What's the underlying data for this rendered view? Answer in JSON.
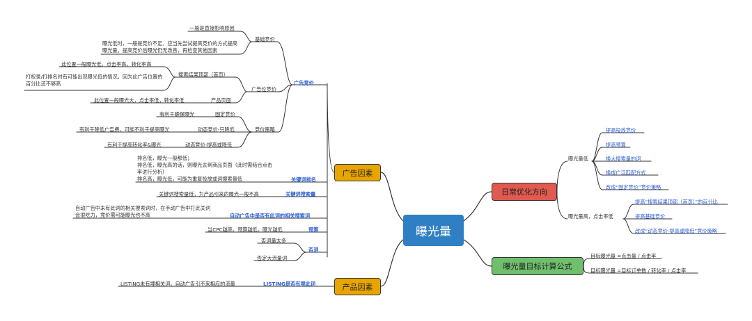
{
  "root": "曝光量",
  "ad_factor": {
    "label": "广告因素",
    "ad_bid": {
      "label": "广告竞价",
      "basic_bid": {
        "label": "基础竞价",
        "notes": [
          "一般是直接影响原因",
          "曝光低时，一般是竞价不足，应当先尝试提高竞价的方式提高曝光量。提高竞价后曝光仍无改善，再检查其他因素"
        ]
      },
      "placement_bid": {
        "label": "广告位竞价",
        "search_top": {
          "label": "搜索结果顶部（首页）",
          "notes": [
            "此位置一般曝光低，点击率高，转化率高",
            "打权录/打排名时有可能出现曝光低的情况，因为此广告位置的百分比还不够高"
          ]
        },
        "product_page": {
          "label": "产品页面",
          "note": "此位置一般曝光大，点击率低，转化率低"
        }
      },
      "bid_strategy": {
        "label": "竞价策略",
        "items": [
          {
            "label": "固定竞价",
            "note": "有利于确保曝光"
          },
          {
            "label": "动态竞价-只降低",
            "note": "有利于降低广告费，可能不利于提高曝光"
          },
          {
            "label": "动态竞价-提高或降低",
            "note": "有利于提高转化率&曝光"
          }
        ]
      }
    },
    "keyword_rank": {
      "label": "关键词排名",
      "note": "排名低，曝光一般都低；\n排名低，曝光高的话，则曝光去到商品页面（此时需结合点击率进行分析）\n排名高，曝光低，可能为重复投放或词搜索量低"
    },
    "keyword_volume": {
      "label": "关键词搜索量",
      "note": "关键词搜索量低，为产品引来的曝光一般不高"
    },
    "auto_ad": {
      "label": "自动广告中是否有此词的相关搜索词",
      "note": "自动广告中未有此词的相关搜索词时，在手动广告中打此关词会很吃力，竞价需可能曝光也不高"
    },
    "budget": {
      "label": "预算",
      "note": "当CPC越高，预算越低，曝光越低"
    },
    "negative": {
      "label": "否词",
      "items": [
        "否词量太多",
        "否定大流量词"
      ]
    }
  },
  "product_factor": {
    "label": "产品因素",
    "listing": {
      "label": "LISTING是否有埋此词",
      "note": "LISTING未有埋相关词，自动广告引不来相应的流量"
    }
  },
  "daily": {
    "label": "日常优化方向",
    "low_exposure": {
      "label": "曝光量低",
      "items": [
        "提高投放竞价",
        "提高预算",
        "换大搜索量的词",
        "换成广泛匹配方式",
        "改成“固定竞价”竞价策略"
      ]
    },
    "high_exposure": {
      "label": "曝光量高，点击率低",
      "items": [
        "提高“搜索结果顶部（首页）”的百分比",
        "提高基础竞价",
        "改成“动态竞价-提高或降低”竞价策略"
      ]
    }
  },
  "formula": {
    "label": "曝光量目标计算公式",
    "items": [
      "目标曝光量 =点击量 / 点击率",
      "目标曝光量 =目标订单数 / 转化率 / 点击率"
    ]
  },
  "colors": {
    "root": "#2e7fc4",
    "orange": "#e8a500",
    "red": "#e05a4f",
    "green": "#6fbf6d",
    "blue_text": "#2d5fd3",
    "line": "#333333"
  }
}
